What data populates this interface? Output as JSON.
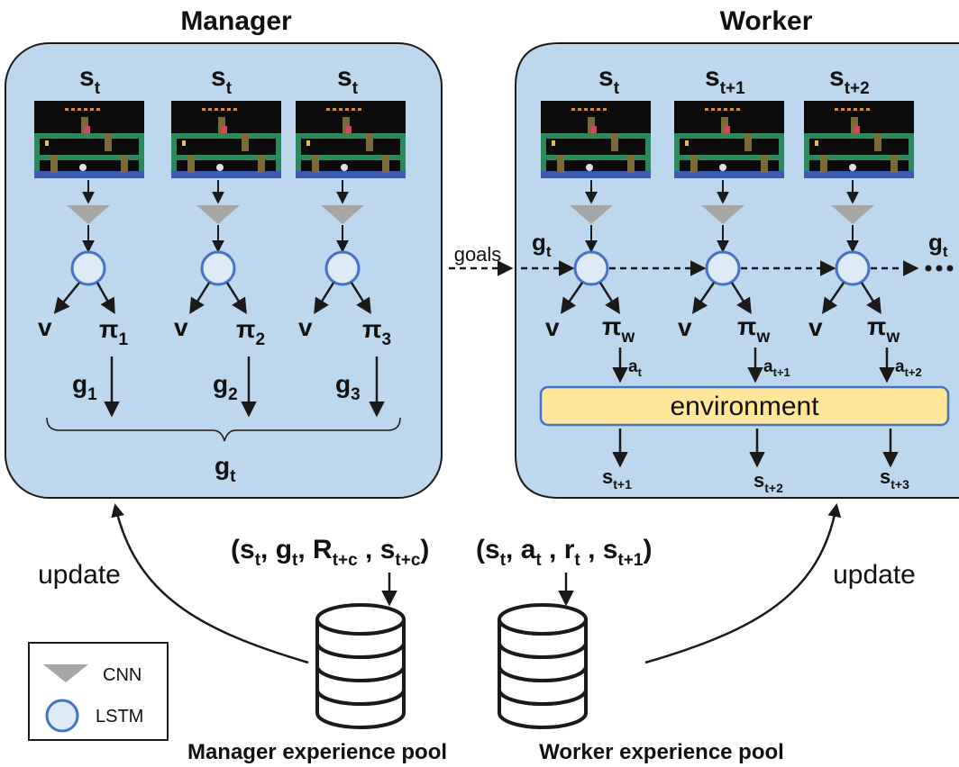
{
  "manager": {
    "title": "Manager",
    "columns": [
      {
        "state": "s",
        "state_sub": "t",
        "policy": "π",
        "policy_sub": "1",
        "goal": "g",
        "goal_sub": "1"
      },
      {
        "state": "s",
        "state_sub": "t",
        "policy": "π",
        "policy_sub": "2",
        "goal": "g",
        "goal_sub": "2"
      },
      {
        "state": "s",
        "state_sub": "t",
        "policy": "π",
        "policy_sub": "3",
        "goal": "g",
        "goal_sub": "3"
      }
    ],
    "value": "v",
    "merged_goal": "g",
    "merged_goal_sub": "t"
  },
  "worker": {
    "title": "Worker",
    "columns": [
      {
        "state": "s",
        "state_sub": "t",
        "policy": "π",
        "policy_sub": "w",
        "action": "a",
        "action_sub": "t",
        "next_state": "s",
        "next_state_sub": "t+1"
      },
      {
        "state": "s",
        "state_sub": "t+1",
        "policy": "π",
        "policy_sub": "w",
        "action": "a",
        "action_sub": "t+1",
        "next_state": "s",
        "next_state_sub": "t+2"
      },
      {
        "state": "s",
        "state_sub": "t+2",
        "policy": "π",
        "policy_sub": "w",
        "action": "a",
        "action_sub": "t+2",
        "next_state": "s",
        "next_state_sub": "t+3"
      }
    ],
    "value": "v",
    "goal_in": "g",
    "goal_in_sub": "t",
    "goal_out": "g",
    "goal_out_sub": "t",
    "environment": "environment"
  },
  "goals_label": "goals",
  "update_left": "update",
  "update_right": "update",
  "manager_tuple": {
    "open": "(",
    "s": "s",
    "s_sub": "t",
    "g": "g",
    "g_sub": "t",
    "R": "R",
    "R_sub": "t+c",
    "s2": "s",
    "s2_sub": "t+c",
    "close": ")"
  },
  "worker_tuple": {
    "open": "(",
    "s": "s",
    "s_sub": "t",
    "a": "a",
    "a_sub": "t",
    "r": "r",
    "r_sub": "t",
    "s2": "s",
    "s2_sub": "t+1",
    "close": ")"
  },
  "manager_pool_label": "Manager experience pool",
  "worker_pool_label": "Worker experience pool",
  "legend": {
    "cnn": "CNN",
    "lstm": "LSTM"
  },
  "colors": {
    "panel_fill": "#bdd7ee",
    "panel_stroke": "#1a1a1a",
    "lstm_fill": "#deebf7",
    "lstm_stroke": "#4472c4",
    "cnn_fill": "#a6a6a6",
    "env_fill": "#ffe699",
    "env_stroke": "#4472c4",
    "game_bg": "#0b0b0b",
    "game_green": "#2a8a5c",
    "game_floor": "#3b5bb5"
  }
}
